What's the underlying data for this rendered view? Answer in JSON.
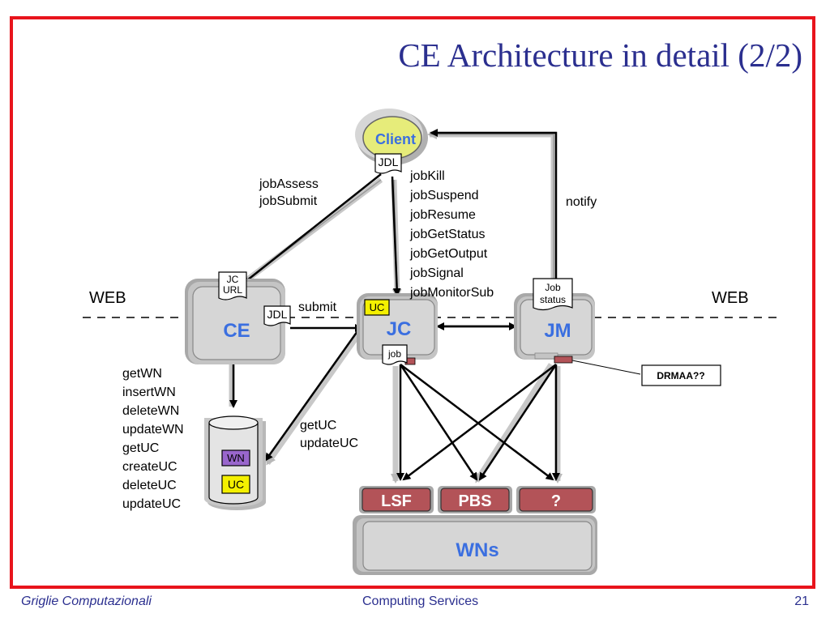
{
  "slide": {
    "title": "CE Architecture in detail (2/2)",
    "footer_left": "Griglie Computazionali",
    "footer_center": "Computing Services",
    "page_number": "21"
  },
  "diagram": {
    "web_left": "WEB",
    "web_right": "WEB",
    "client": "Client",
    "client_doc": "JDL",
    "ce": "CE",
    "ce_doc_top": [
      "JC",
      "URL"
    ],
    "ce_doc_right": "JDL",
    "jc": "JC",
    "jc_badge": "UC",
    "jc_doc": "job",
    "jm": "JM",
    "jm_doc": [
      "Job",
      "status"
    ],
    "db_wn": "WN",
    "db_uc": "UC",
    "lrms": [
      "LSF",
      "PBS",
      "?"
    ],
    "wns": "WNs",
    "drmaa": "DRMAA??",
    "assess_ops": [
      "jobAssess",
      "jobSubmit"
    ],
    "job_ops": [
      "jobKill",
      "jobSuspend",
      "jobResume",
      "jobGetStatus",
      "jobGetOutput",
      "jobSignal",
      "jobMonitorSub"
    ],
    "notify": "notify",
    "submit": "submit",
    "uc_ops": [
      "getUC",
      "updateUC"
    ],
    "db_ops": [
      "getWN",
      "insertWN",
      "deleteWN",
      "updateWN",
      "getUC",
      "createUC",
      "deleteUC",
      "updateUC"
    ]
  },
  "colors": {
    "frame": "#e8141c",
    "title_text": "#2b2f8f",
    "node_label": "#3b6fe0",
    "client_fill": "#e6ec7a",
    "lrms_fill": "#b35358",
    "uc_badge": "#f4f000",
    "wn_badge": "#9966cc"
  }
}
